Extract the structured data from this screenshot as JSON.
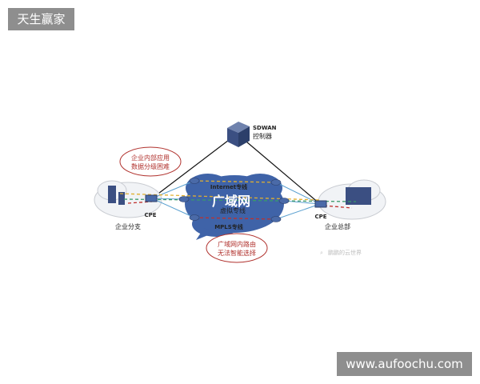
{
  "watermark_top_left": "天生赢家",
  "watermark_bottom_right": "www.aufoochu.com",
  "diagram": {
    "controller": {
      "line1": "SDWAN",
      "line2": "控制器"
    },
    "wan_label": "广域网",
    "links": {
      "internet": "Internet专线",
      "virtual": "虚拟专线",
      "mpls": "MPLS专线"
    },
    "cpe_left": "CPE",
    "cpe_right": "CPE",
    "branch": "企业分支",
    "hq": "企业总部",
    "callout_left": {
      "line1": "企业内部应用",
      "line2": "数据分级困难"
    },
    "callout_bottom": {
      "line1": "广域网内路由",
      "line2": "无法智能选择"
    },
    "source_mark": "鹏鹏的云世界"
  },
  "colors": {
    "wan_cloud": "#3f63a8",
    "internet_line": "#e0b030",
    "virtual_line": "#3a9a6a",
    "mpls_line": "#c0302c",
    "callout_border": "#b0302c"
  }
}
